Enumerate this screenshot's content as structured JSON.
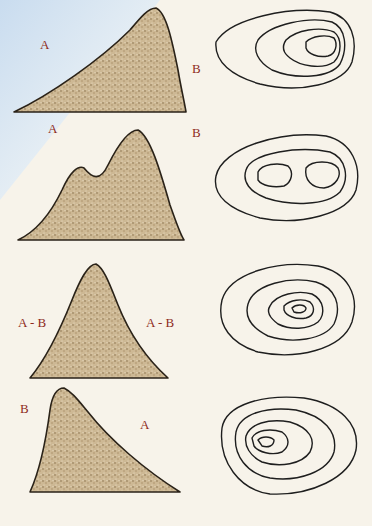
{
  "diagram": {
    "labels": [
      "A",
      "B",
      "A",
      "B",
      "A - B",
      "A - B",
      "B",
      "A"
    ]
  }
}
